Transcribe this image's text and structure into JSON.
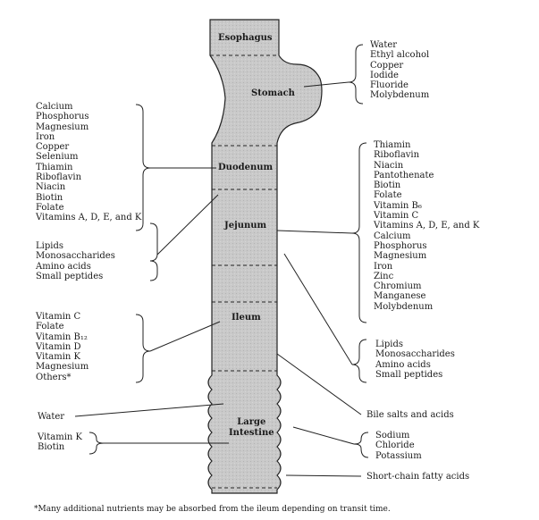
{
  "segments": {
    "esophagus": "Esophagus",
    "stomach": "Stomach",
    "duodenum": "Duodenum",
    "jejunum": "Jejunum",
    "ileum": "Ileum",
    "large_intestine_line1": "Large",
    "large_intestine_line2": "Intestine"
  },
  "stomach_absorbs": [
    "Water",
    "Ethyl alcohol",
    "Copper",
    "Iodide",
    "Fluoride",
    "Molybdenum"
  ],
  "duodenum_minerals_vitamins": [
    "Calcium",
    "Phosphorus",
    "Magnesium",
    "Iron",
    "Copper",
    "Selenium",
    "Thiamin",
    "Riboflavin",
    "Niacin",
    "Biotin",
    "Folate",
    "Vitamins A, D, E, and K"
  ],
  "duodenum_macronutrients": [
    "Lipids",
    "Monosaccharides",
    "Amino acids",
    "Small peptides"
  ],
  "jejunum_vitamins_minerals": [
    "Thiamin",
    "Riboflavin",
    "Niacin",
    "Pantothenate",
    "Biotin",
    "Folate",
    "Vitamin B₆",
    "Vitamin C",
    "Vitamins A, D, E, and K",
    "Calcium",
    "Phosphorus",
    "Magnesium",
    "Iron",
    "Zinc",
    "Chromium",
    "Manganese",
    "Molybdenum"
  ],
  "jejunum_macronutrients": [
    "Lipids",
    "Monosaccharides",
    "Amino acids",
    "Small peptides"
  ],
  "ileum_absorbs": [
    "Vitamin C",
    "Folate",
    "Vitamin B₁₂",
    "Vitamin D",
    "Vitamin K",
    "Magnesium",
    "Others*"
  ],
  "bile_salts": "Bile salts and acids",
  "large_intestine_left_water": "Water",
  "large_intestine_left_vitamins": [
    "Vitamin K",
    "Biotin"
  ],
  "large_intestine_right_minerals": [
    "Sodium",
    "Chloride",
    "Potassium"
  ],
  "short_chain": "Short-chain fatty acids",
  "footnote": "*Many additional nutrients may be absorbed from the ileum depending on transit time."
}
